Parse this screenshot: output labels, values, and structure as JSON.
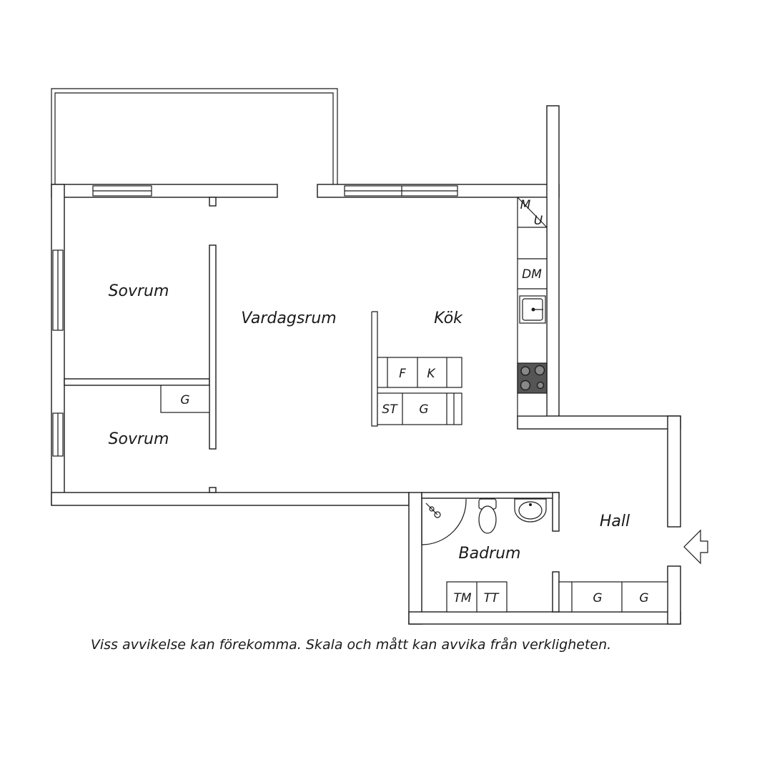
{
  "rooms": {
    "bedroom_1": "Sovrum",
    "bedroom_2": "Sovrum",
    "living_room": "Vardagsrum",
    "kitchen": "Kök",
    "bathroom": "Badrum",
    "hall": "Hall"
  },
  "fixtures": {
    "microwave_m": "M",
    "microwave_u": "U",
    "dishwasher": "DM",
    "fridge": "F",
    "freezer": "K",
    "storage": "ST",
    "cabinet": "G",
    "wardrobe_bedroom": "G",
    "washing_machine": "TM",
    "dryer": "TT",
    "hall_wardrobe_1": "G",
    "hall_wardrobe_2": "G"
  },
  "disclaimer": "Viss avvikelse kan förekomma. Skala och mått kan avvika från verkligheten.",
  "colors": {
    "line": "#1a1a1a",
    "background": "#ffffff",
    "stove": "#555555"
  },
  "icons": [
    "entrance-arrow-icon",
    "sink-icon",
    "stove-icon",
    "toilet-icon",
    "washbasin-icon",
    "shower-icon"
  ]
}
